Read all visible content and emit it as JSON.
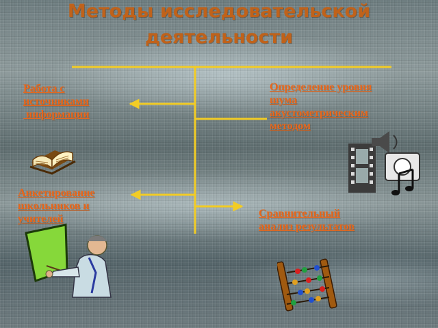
{
  "title": {
    "line1": "Методы исследовательской",
    "line2": "деятельности"
  },
  "branches": {
    "top_left": [
      "Работа с",
      "источниками",
      " информации"
    ],
    "top_right": [
      "Определение уровня",
      "шума",
      "акустометрическим",
      "методом"
    ],
    "bottom_left": [
      "Анкетирование",
      "школьников и",
      "учителей"
    ],
    "bottom_right": [
      "Сравнительный",
      "анализ результатов"
    ]
  },
  "illustrations": [
    "open-book",
    "multimedia-film-speaker-note",
    "teacher-at-board",
    "abacus"
  ],
  "colors": {
    "title": "#c0621a",
    "labels": "#e8661a",
    "connectors": "#f2cc25"
  }
}
